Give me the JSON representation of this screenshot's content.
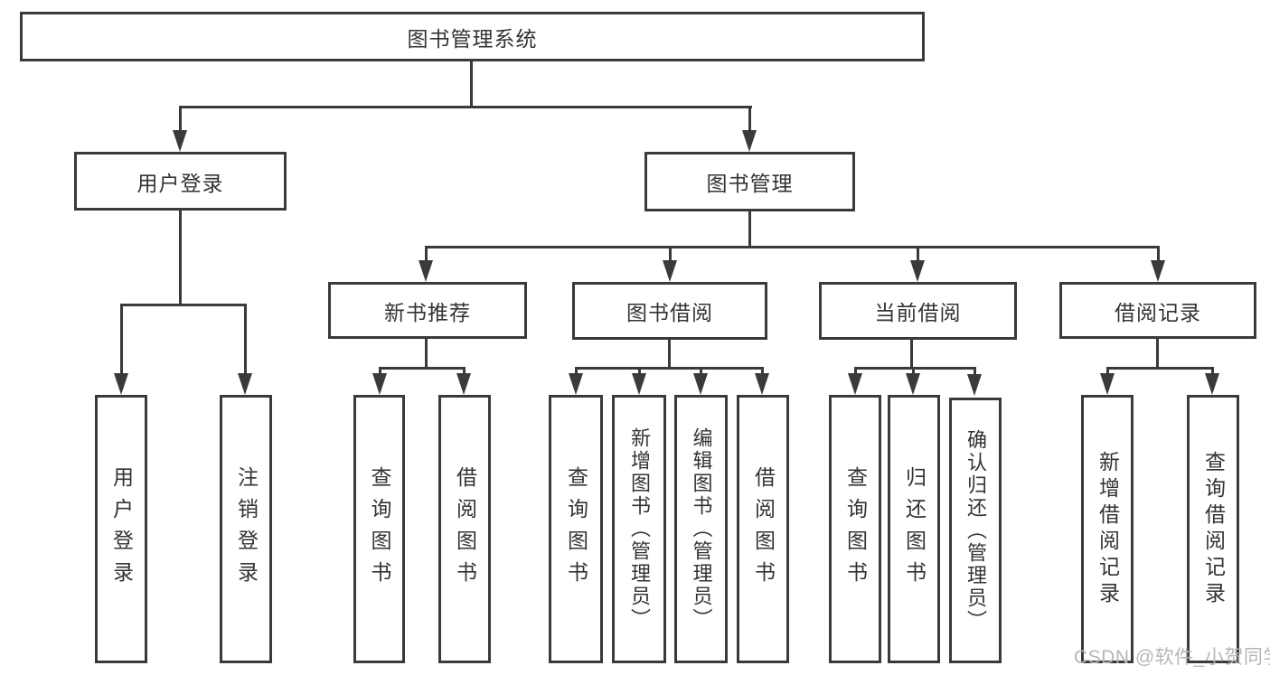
{
  "tree": {
    "root": {
      "label": "图书管理系统"
    },
    "branches": [
      {
        "label": "用户登录",
        "children": [
          {
            "label": "用户登录"
          },
          {
            "label": "注销登录"
          }
        ]
      },
      {
        "label": "图书管理",
        "sections": [
          {
            "label": "新书推荐",
            "children": [
              {
                "label": "查询图书"
              },
              {
                "label": "借阅图书"
              }
            ]
          },
          {
            "label": "图书借阅",
            "children": [
              {
                "label": "查询图书"
              },
              {
                "label": "新增图书（管理员）"
              },
              {
                "label": "编辑图书（管理员）"
              },
              {
                "label": "借阅图书"
              }
            ]
          },
          {
            "label": "当前借阅",
            "children": [
              {
                "label": "查询图书"
              },
              {
                "label": "归还图书"
              },
              {
                "label": "确认归还（管理员）"
              }
            ]
          },
          {
            "label": "借阅记录",
            "children": [
              {
                "label": "新增借阅记录"
              },
              {
                "label": "查询借阅记录"
              }
            ]
          }
        ]
      }
    ]
  },
  "watermark": {
    "text": "CSDN @软件_小贺同学"
  },
  "colors": {
    "line": "#3a3a3a",
    "text": "#333333",
    "background": "#ffffff",
    "watermark": "#b6b6b6"
  }
}
